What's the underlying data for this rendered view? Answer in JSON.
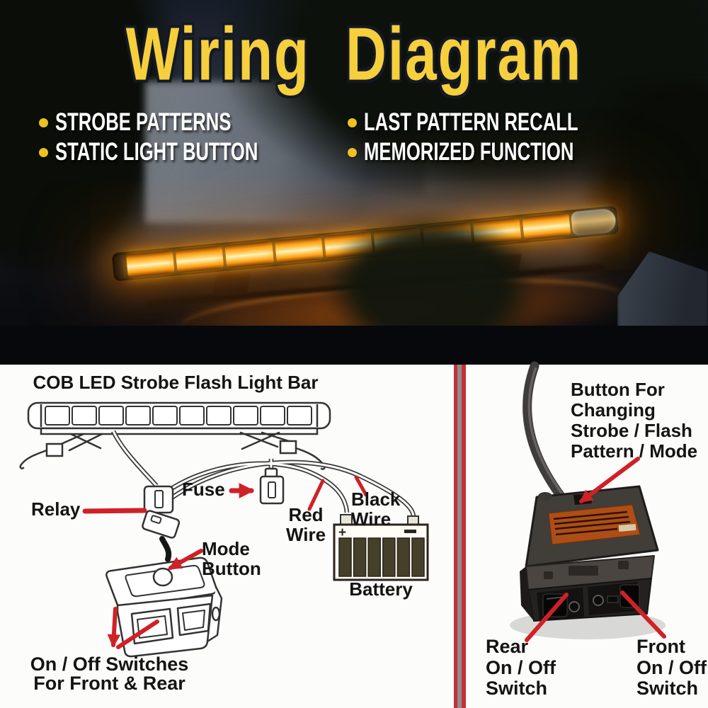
{
  "hero": {
    "title": "Wiring Diagram",
    "features_left": [
      "STROBE PATTERNS",
      "STATIC LIGHT BUTTON"
    ],
    "features_right": [
      "LAST PATTERN RECALL",
      "MEMORIZED FUNCTION"
    ]
  },
  "left_panel": {
    "title": "COB LED Strobe Flash Light Bar",
    "relay_label": "Relay",
    "fuse_label": "Fuse",
    "mode_button_lines": [
      "Mode",
      "Button"
    ],
    "red_wire_lines": [
      "Red",
      "Wire"
    ],
    "black_wire_lines": [
      "Black",
      "Wire"
    ],
    "battery_label": "Battery",
    "battery_plus": "+",
    "switches_lines": [
      "On / Off Switches",
      "For Front & Rear"
    ]
  },
  "right_panel": {
    "mode_button_lines": [
      "Button For",
      "Changing",
      "Strobe / Flash",
      "Pattern / Mode"
    ],
    "rear_switch_lines": [
      "Rear",
      "On / Off",
      "Switch"
    ],
    "front_switch_lines": [
      "Front",
      "On / Off",
      "Switch"
    ]
  },
  "colors": {
    "title_yellow": "#f6cf3d",
    "bullet_yellow": "#eec11e",
    "accent_red": "#cf2127",
    "divider_gray": "#8e8e8e",
    "battery_cell": "#45402a",
    "warning_label_orange": "#ad4e16"
  }
}
